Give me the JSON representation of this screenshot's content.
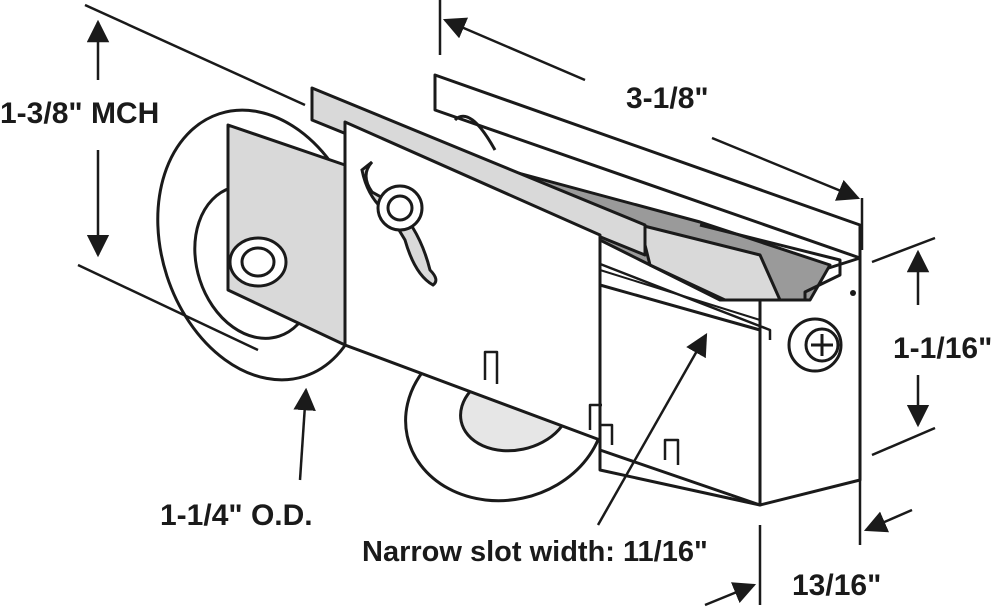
{
  "labels": {
    "mch": "1-3/8\" MCH",
    "length": "3-1/8\"",
    "height": "1-1/16\"",
    "wheel_od": "1-1/4\" O.D.",
    "slot": "Narrow slot width: 11/16\"",
    "width": "13/16\""
  },
  "colors": {
    "line": "#1a1a1a",
    "metal_light": "#ffffff",
    "metal_gray": "#d9d9d9",
    "metal_dark": "#9a9a9a",
    "wheel": "#ffffff"
  }
}
